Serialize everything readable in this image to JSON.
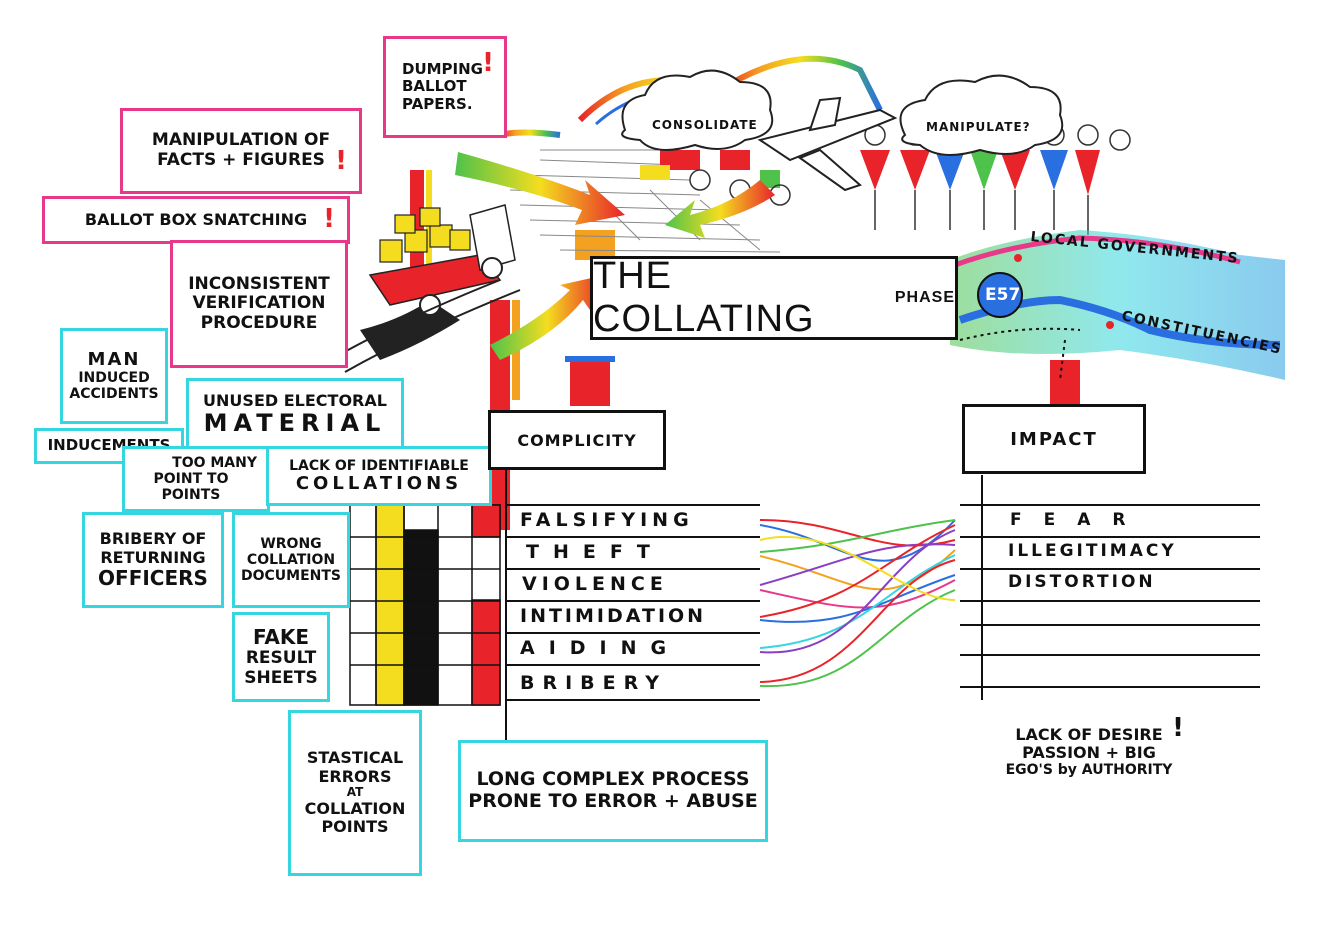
{
  "title": {
    "main": "THE COLLATING",
    "suffix": "PHASE"
  },
  "clouds": {
    "consolidate": "CONSOLIDATE",
    "manipulate": "MANIPULATE?"
  },
  "map": {
    "badge": "E57",
    "local": "LOCAL GOVERNMENTS",
    "constituencies": "CONSTITUENCIES"
  },
  "notes": {
    "dumping": [
      "DUMPING",
      "BALLOT",
      "PAPERS."
    ],
    "manipulation": [
      "MANIPULATION OF",
      "FACTS + FIGURES"
    ],
    "ballot_box": "BALLOT BOX SNATCHING",
    "inconsistent": [
      "INCONSISTENT",
      "VERIFICATION",
      "PROCEDURE"
    ],
    "man_induced": [
      "MAN",
      "INDUCED",
      "ACCIDENTS"
    ],
    "unused": [
      "UNUSED ELECTORAL",
      "MATERIAL"
    ],
    "inducements": "INDUCEMENTS",
    "too_many": [
      "TOO MANY",
      "POINT TO POINTS"
    ],
    "lack_identifiable": [
      "LACK OF IDENTIFIABLE",
      "COLLATIONS"
    ],
    "bribery_officers": [
      "BRIBERY OF",
      "RETURNING",
      "OFFICERS"
    ],
    "wrong_docs": [
      "WRONG",
      "COLLATION",
      "DOCUMENTS"
    ],
    "fake_result": [
      "FAKE",
      "RESULT",
      "SHEETS"
    ],
    "statistical": [
      "STASTICAL",
      "ERRORS",
      "AT",
      "COLLATION",
      "POINTS"
    ],
    "long_process": [
      "LONG COMPLEX PROCESS",
      "PRONE TO ERROR + ABUSE"
    ],
    "lack_desire": [
      "LACK OF DESIRE",
      "PASSION + BIG",
      "EGO'S by AUTHORITY"
    ],
    "exclaim": "!"
  },
  "complicity": {
    "header": "COMPLICITY",
    "rows": [
      "FALSIFYING",
      "THEFT",
      "VIOLENCE",
      "INTIMIDATION",
      "AIDING",
      "BRIBERY"
    ]
  },
  "impact": {
    "header": "IMPACT",
    "rows": [
      "FEAR",
      "ILLEGITIMACY",
      "DISTORTION",
      "",
      "",
      ""
    ]
  },
  "colors": {
    "pink": "#e8388a",
    "cyan": "#35d6df",
    "red": "#e8242a",
    "yellow": "#f4dd1f",
    "black": "#111111",
    "green": "#4ec24a",
    "blue": "#2a6fe0"
  }
}
